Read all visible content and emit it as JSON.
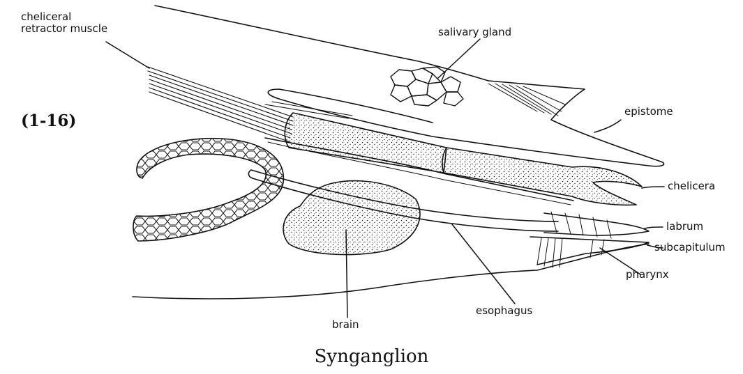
{
  "figure": {
    "number": "(1-16)",
    "caption": "Synganglion"
  },
  "labels": {
    "cheliceral_retractor_muscle_line1": "cheliceral",
    "cheliceral_retractor_muscle_line2": "retractor muscle",
    "salivary_gland": "salivary gland",
    "epistome": "epistome",
    "chelicera": "chelicera",
    "labrum": "labrum",
    "subcapitulum": "subcapitulum",
    "pharynx": "pharynx",
    "esophagus": "esophagus",
    "brain": "brain"
  },
  "colors": {
    "ink": "#111111",
    "paper": "#ffffff"
  }
}
